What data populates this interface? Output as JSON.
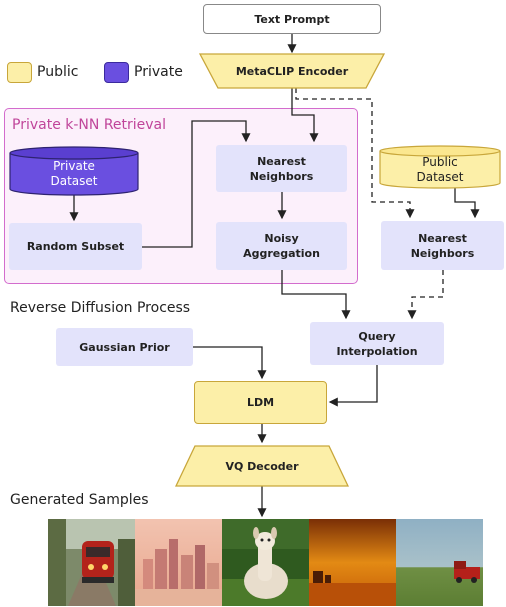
{
  "text_prompt": "Text Prompt",
  "encoder": "MetaCLIP Encoder",
  "legend": {
    "public": "Public",
    "private": "Private",
    "public_color": "#fcefa8",
    "private_color": "#6a4fe0"
  },
  "knn_region": {
    "title": "Private k-NN Retrieval"
  },
  "private_dataset": "Private\nDataset",
  "random_subset": "Random Subset",
  "nearest_neighbors_private": "Nearest\nNeighbors",
  "noisy_aggregation": "Noisy\nAggregation",
  "public_dataset": "Public\nDataset",
  "nearest_neighbors_public": "Nearest\nNeighbors",
  "reverse_diffusion": "Reverse Diffusion Process",
  "gaussian_prior": "Gaussian Prior",
  "query_interpolation": "Query\nInterpolation",
  "ldm": "LDM",
  "vq_decoder": "VQ Decoder",
  "generated_samples": "Generated Samples",
  "samples": [
    "train-image",
    "city-skyline-image",
    "llama-image",
    "sunset-image",
    "red-truck-field-image"
  ]
}
